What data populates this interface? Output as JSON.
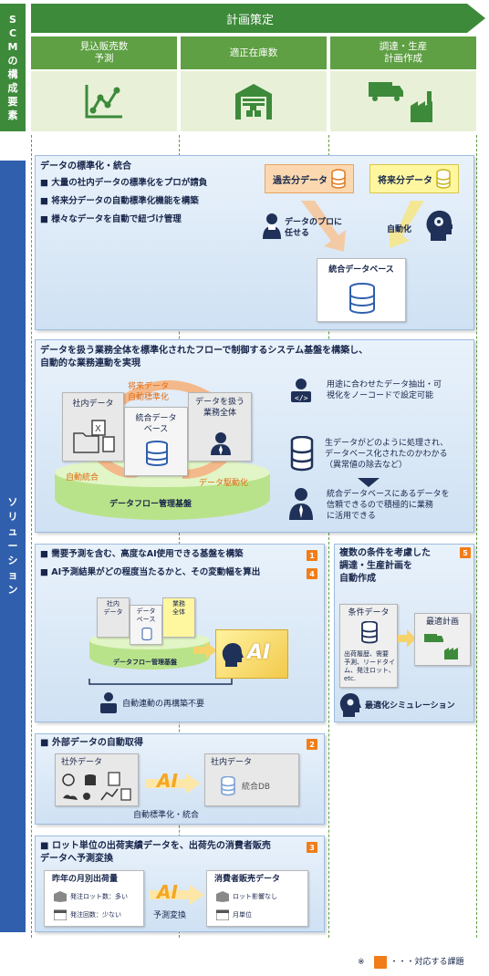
{
  "side": {
    "scm_label": [
      "S",
      "C",
      "M",
      "の",
      "構",
      "成",
      "要",
      "素"
    ],
    "solution_label": [
      "ソ",
      "リ",
      "ュ",
      "ー",
      "シ",
      "ョ",
      "ン"
    ]
  },
  "header": {
    "planning": "計画策定",
    "columns": [
      "見込販売数\n予測",
      "適正在庫数",
      "調達・生産\n計画作成"
    ]
  },
  "panel1": {
    "title": "データの標準化・統合",
    "bullets": [
      "大量の社内データの標準化をプロが請負",
      "将来分データの自動標準化機能を構築",
      "様々なデータを自動で紐づけ管理"
    ],
    "past_data": "過去分データ",
    "future_data": "将来分データ",
    "pro_label": "データのプロに\n任せる",
    "auto_label": "自動化",
    "integrated_db": "統合データベース"
  },
  "panel2": {
    "title": "データを扱う業務全体を標準化されたフローで制御するシステム基盤を構築し、\n自動的な業務連動を実現",
    "internal_data": "社内データ",
    "future_auto": "将来データ\n自動標準化",
    "integrated_db": "統合データ\nベース",
    "business": "データを扱う\n業務全体",
    "auto_integration": "自動統合",
    "data_driven": "データ駆動化",
    "platform": "データフロー管理基盤",
    "desc1": "用途に合わせたデータ抽出・可\n視化をノーコードで設定可能",
    "desc2": "生データがどのように処理され、\nデータベース化されたのかわかる\n（異常値の除去など）",
    "desc3": "統合データベースにあるデータを\n信頼できるので積極的に業務\nに活用できる"
  },
  "panel3": {
    "bullet1": "需要予測を含む、高度なAI使用できる基盤を構築",
    "bullet2": "AI予測結果がどの程度当たるかと、その変動幅を算出",
    "badge1": "1",
    "badge2": "4",
    "mini_internal": "社内\nデータ",
    "mini_db": "データ\nベース",
    "mini_business": "業務\n全体",
    "mini_platform": "データフロー管理基盤",
    "ai": "AI",
    "no_rebuild": "自動連動の再構築不要"
  },
  "panel4": {
    "title": "複数の条件を考慮した\n調達・生産計画を\n自動作成",
    "badge": "5",
    "condition_data": "条件データ",
    "condition_detail": "出荷履歴、需要\n予測、リードタイ\nム、発注ロット、\netc.",
    "optimal_plan": "最適計画",
    "simulation": "最適化シミュレーション"
  },
  "panel5": {
    "title": "外部データの自動取得",
    "badge": "2",
    "external": "社外データ",
    "ai": "AI",
    "internal": "社内データ",
    "integrated_db": "統合DB",
    "caption": "自動標準化・統合"
  },
  "panel6": {
    "title": "ロット単位の出荷実績データを、出荷先の消費者販売\nデータへ予測変換",
    "badge": "3",
    "left_title": "昨年の月別出荷量",
    "left_row1": "発注ロット数：多い",
    "left_row2": "発注回数：少ない",
    "ai": "AI",
    "convert": "予測変換",
    "right_title": "消費者販売データ",
    "right_row1": "ロット影響なし",
    "right_row2": "月単位"
  },
  "footnote": {
    "mark": "※",
    "text": "・・・対応する課題"
  },
  "colors": {
    "green_dark": "#3d8a3a",
    "green_mid": "#5ea043",
    "blue": "#2f5fad",
    "orange": "#f07d1a"
  }
}
